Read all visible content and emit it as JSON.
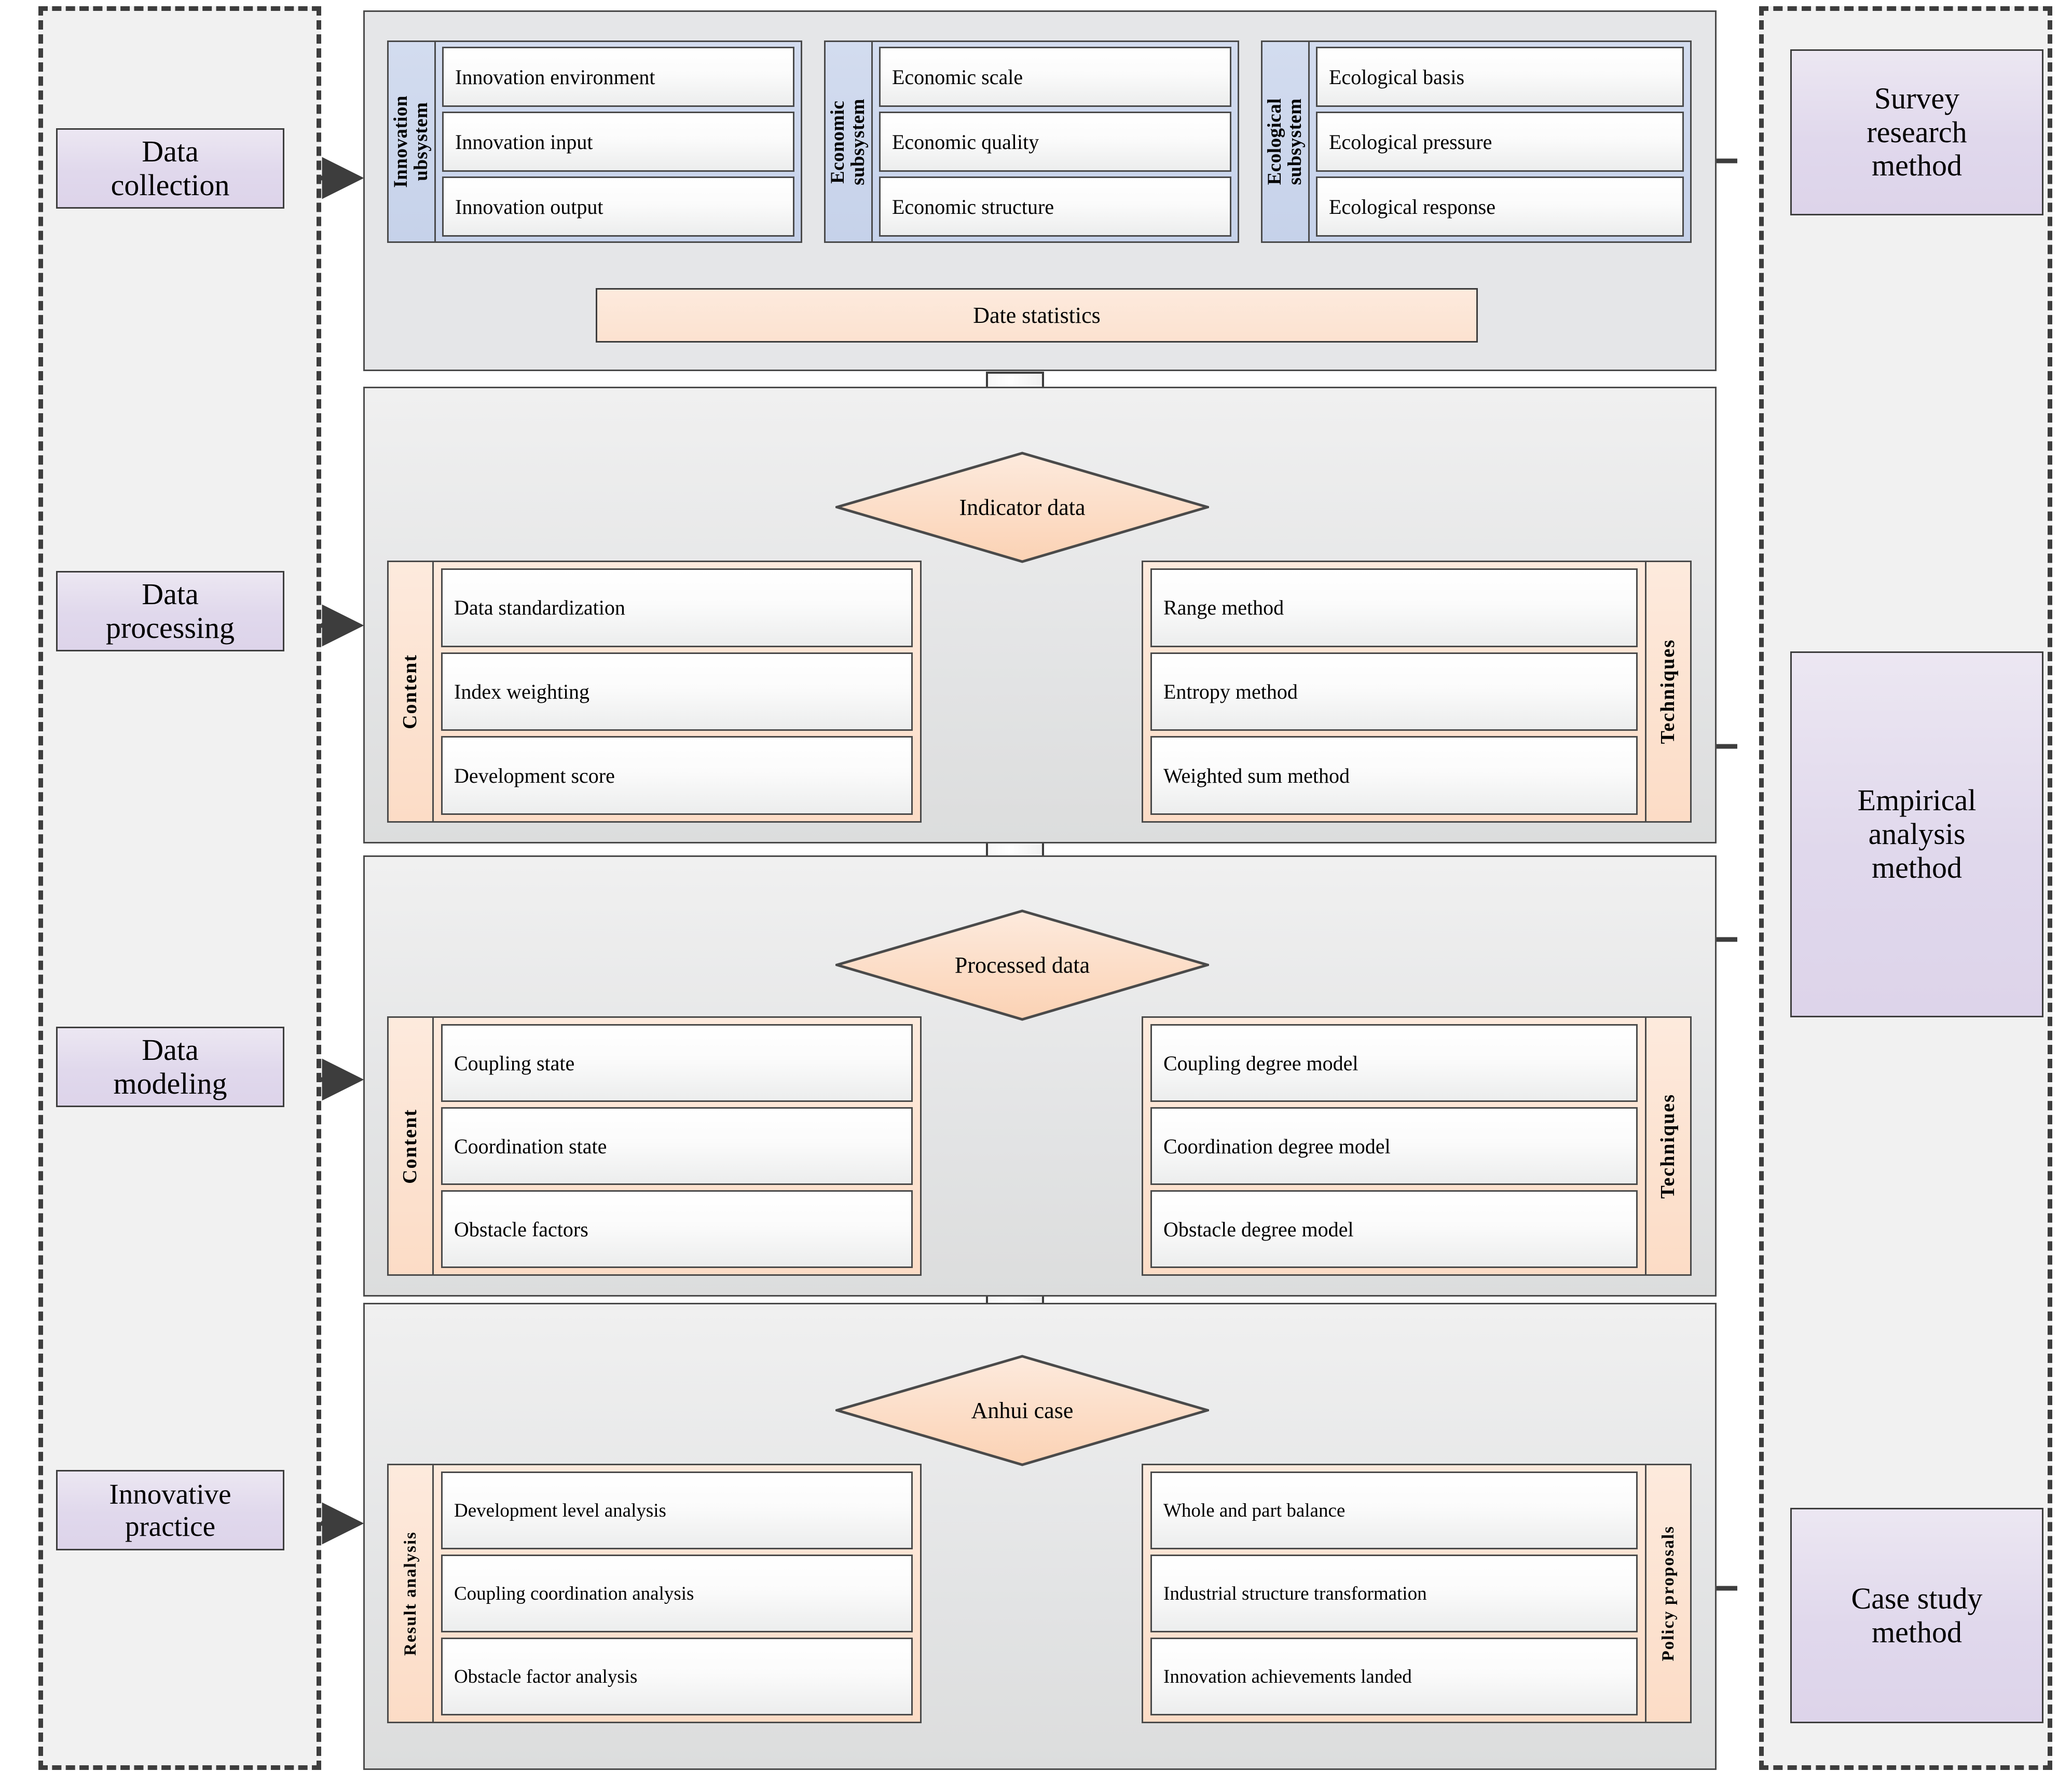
{
  "colors": {
    "stage_box": "#e0d8ec",
    "subsystem": "#c9d5ec",
    "content_group": "#fcdcc6",
    "panel_bg": "#eceded",
    "item_box": "#ffffff",
    "border": "#4a4a4a",
    "dashed_border": "#3d3d3d"
  },
  "left_column": {
    "name": "research-stage-column",
    "stages": [
      {
        "label": "Data\ncollection"
      },
      {
        "label": "Data\nprocessing"
      },
      {
        "label": "Data\nmodeling"
      },
      {
        "label": "Innovative\npractice"
      }
    ]
  },
  "right_column": {
    "name": "research-method-column",
    "methods": [
      {
        "label": "Survey\nresearch\nmethod"
      },
      {
        "label": "Empirical\nanalysis\nmethod"
      },
      {
        "label": "Case study\nmethod"
      }
    ]
  },
  "section_1": {
    "name": "data-collection-section",
    "subsystems": [
      {
        "title": "Innovation\nubsystem",
        "items": [
          "Innovation environment",
          "Innovation input",
          "Innovation output"
        ]
      },
      {
        "title": "Economic\nsubsystem",
        "items": [
          "Economic scale",
          "Economic quality",
          "Economic structure"
        ]
      },
      {
        "title": "Ecological\nsubsystem",
        "items": [
          "Ecological basis",
          "Ecological pressure",
          "Ecological response"
        ]
      }
    ],
    "aggregate_bar": "Date statistics"
  },
  "section_2": {
    "name": "data-processing-section",
    "decision": "Indicator data",
    "left_group": {
      "title": "Content",
      "items": [
        "Data standardization",
        "Index weighting",
        "Development score"
      ]
    },
    "right_group": {
      "title": "Techniques",
      "items": [
        "Range method",
        "Entropy method",
        "Weighted sum method"
      ]
    }
  },
  "section_3": {
    "name": "data-modeling-section",
    "decision": "Processed data",
    "left_group": {
      "title": "Content",
      "items": [
        "Coupling state",
        "Coordination state",
        "Obstacle factors"
      ]
    },
    "right_group": {
      "title": "Techniques",
      "items": [
        "Coupling degree model",
        "Coordination degree model",
        "Obstacle degree model"
      ]
    }
  },
  "section_4": {
    "name": "innovative-practice-section",
    "decision": "Anhui case",
    "left_group": {
      "title": "Result analysis",
      "items": [
        "Development level analysis",
        "Coupling coordination analysis",
        "Obstacle factor analysis"
      ]
    },
    "right_group": {
      "title": "Policy proposals",
      "items": [
        "Whole and part balance",
        "Industrial structure transformation",
        "Innovation achievements landed"
      ]
    }
  }
}
